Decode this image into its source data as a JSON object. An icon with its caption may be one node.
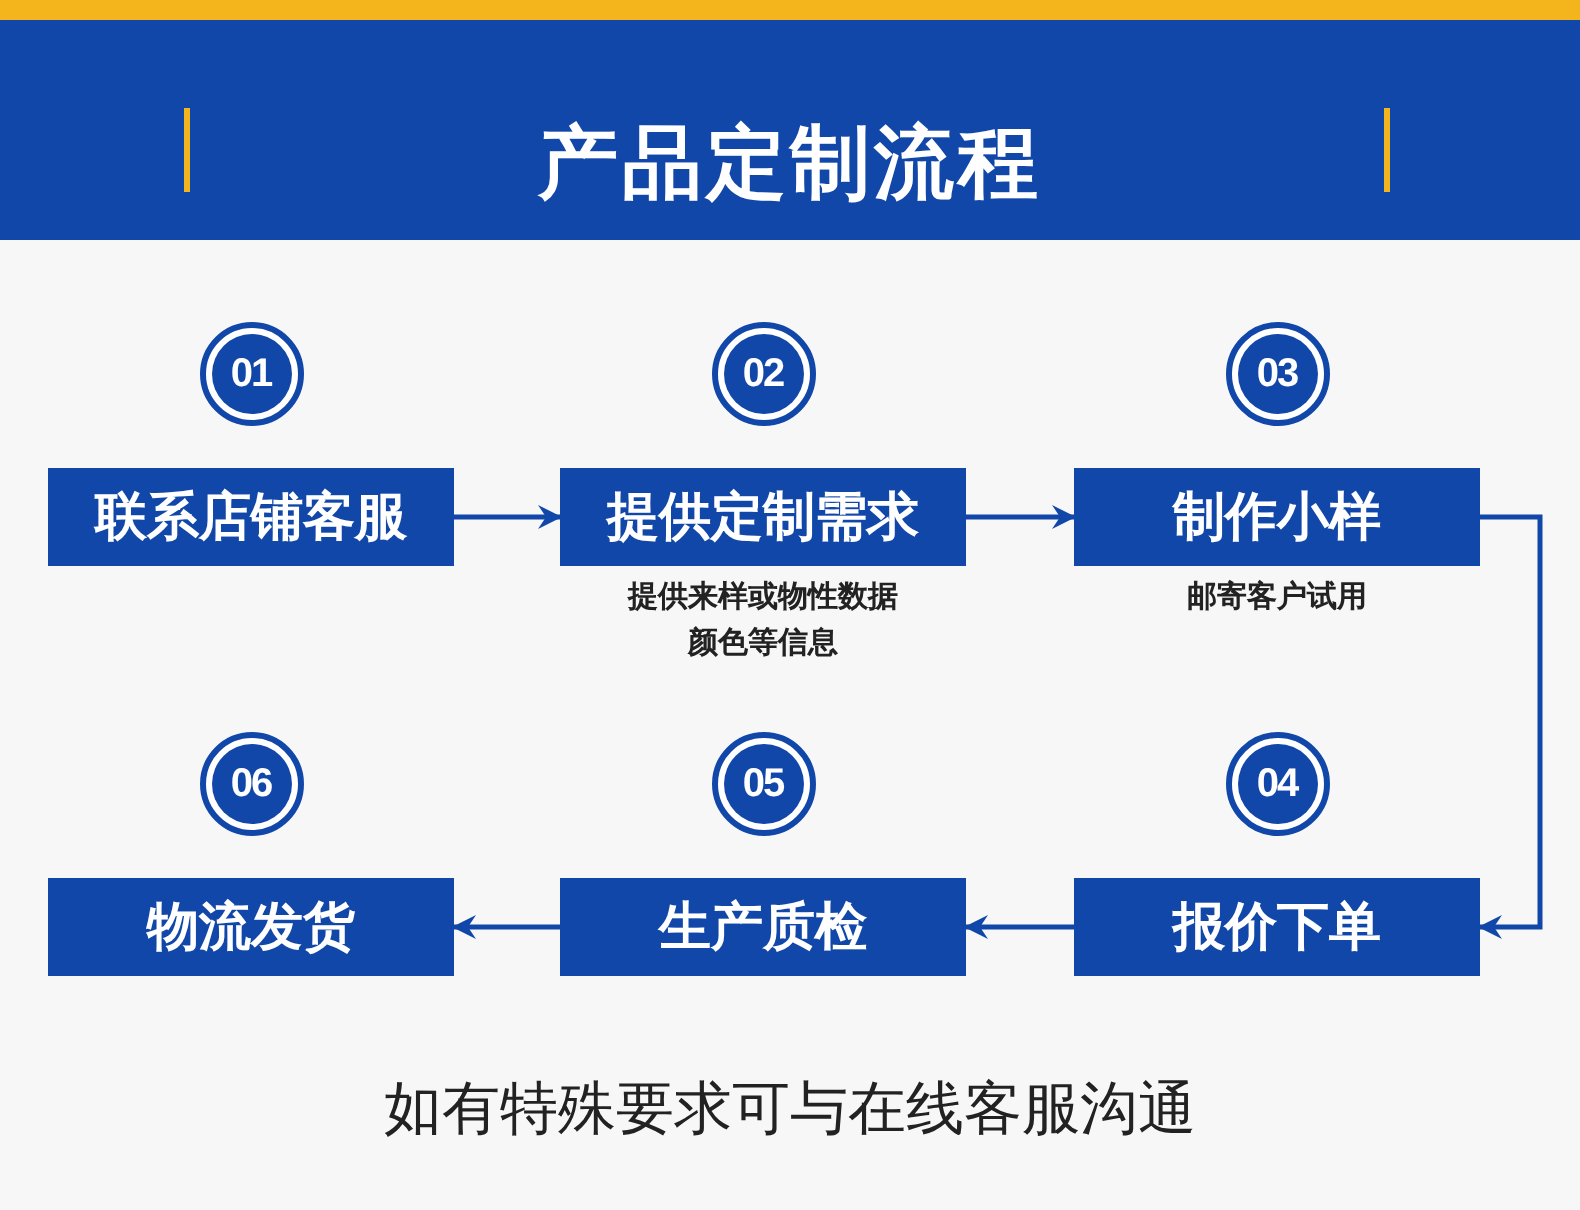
{
  "diagram": {
    "title": "产品定制流程",
    "nodes": [
      {
        "text": [
          "01"
        ]
      },
      {
        "text": [
          "02"
        ]
      },
      {
        "text": [
          "03"
        ]
      },
      {
        "text": [
          "联系店铺客服"
        ]
      },
      {
        "text": [
          "提供定制需求"
        ],
        "beside": [
          "提供来样或物性数据颜色等信息"
        ]
      },
      {
        "text": [
          "制作小样"
        ],
        "beside": [
          "邮寄客户试用"
        ]
      },
      {
        "text": [
          "06"
        ]
      },
      {
        "text": [
          "05"
        ]
      },
      {
        "text": [
          "04"
        ]
      },
      {
        "text": [
          "物流发货"
        ]
      },
      {
        "text": [
          "生产质检"
        ]
      },
      {
        "text": [
          "报价下单"
        ]
      }
    ],
    "edges": [
      {
        "from": 3,
        "to": 4,
        "arrow": "to"
      },
      {
        "from": 4,
        "to": 5,
        "arrow": "to"
      },
      {
        "from": 5,
        "to": 11,
        "arrow": "to"
      },
      {
        "from": 11,
        "to": 10,
        "arrow": "to"
      },
      {
        "from": 10,
        "to": 9,
        "arrow": "to"
      }
    ],
    "caption": "如有特殊要求可与在线客服沟通"
  }
}
